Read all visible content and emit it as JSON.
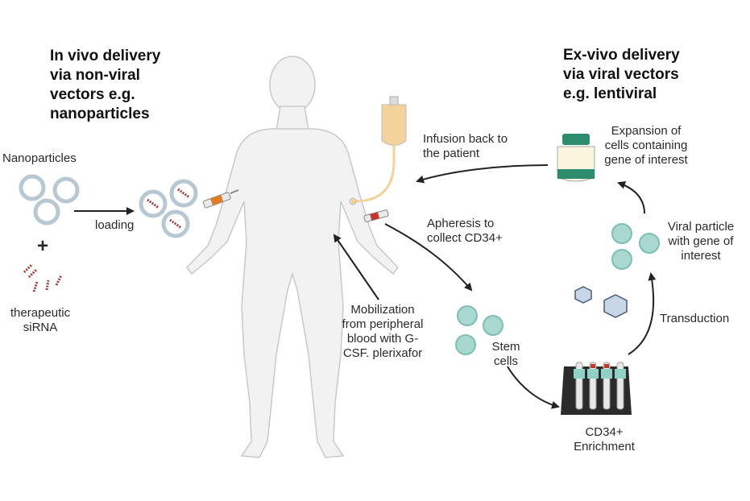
{
  "left_heading": {
    "line1": "In vivo delivery",
    "line2": "via non-viral",
    "line3": "vectors e.g.",
    "line4": "nanoparticles"
  },
  "right_heading": {
    "line1": "Ex-vivo delivery",
    "line2": "via viral vectors",
    "line3": "e.g. lentiviral"
  },
  "labels": {
    "nanoparticles": "Nanoparticles",
    "plus": "+",
    "sirna_line1": "therapeutic",
    "sirna_line2": "siRNA",
    "loading": "loading",
    "infusion_line1": "Infusion back to",
    "infusion_line2": "the patient",
    "expansion_line1": "Expansion of",
    "expansion_line2": "cells containing",
    "expansion_line3": "gene of interest",
    "apheresis_line1": "Apheresis to",
    "apheresis_line2": "collect CD34+",
    "viral_line1": "Viral particle",
    "viral_line2": "with gene of",
    "viral_line3": "interest",
    "mobil_line1": "Mobilization",
    "mobil_line2": "from peripheral",
    "mobil_line3": "blood with G-",
    "mobil_line4": "CSF. plerixafor",
    "transduction": "Transduction",
    "stem_line1": "Stem",
    "stem_line2": "cells",
    "cd34_line1": "CD34+",
    "cd34_line2": "Enrichment"
  },
  "colors": {
    "body_fill": "#f2f2f2",
    "body_stroke": "#c8c8c8",
    "cell_fill": "#a8d8cf",
    "cell_stroke": "#7fbfb3",
    "ring": "#b9c9d3",
    "sirna": "#a33a3a",
    "arrow": "#222222",
    "iv_bag": "#f3d29c",
    "flask_cap": "#2e8c6e",
    "rack": "#2b2b2b"
  }
}
